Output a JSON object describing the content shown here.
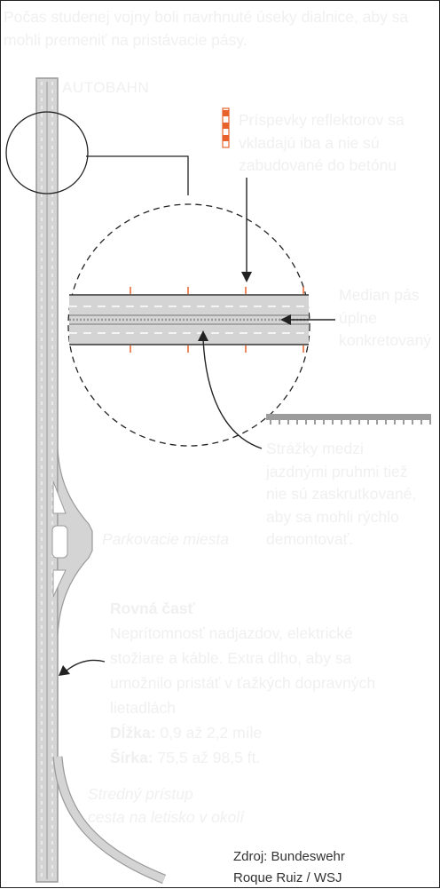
{
  "headline": "Počas studenej vojny boli navrhnuté úseky dialnice, aby sa mohli premeniť na pristávacie pásy.",
  "road_label": "AUTOBAHN",
  "notes": {
    "reflectors": "Príspevky reflektorov sa vkladajú iba a nie sú zabudované do betónu",
    "median_line1": "Median pás",
    "median_line2": "úplne",
    "median_line3": "konkretovaný",
    "barriers_line1": "Strážky medzi",
    "barriers_line2": "jazdnými pruhmi tiež",
    "barriers_line3": "nie sú zaskrutkované,",
    "barriers_line4": "aby sa mohli rýchlo",
    "barriers_line5": "demontovať."
  },
  "parking_label": "Parkovacie miesta",
  "straight_section": {
    "title": "Rovná časť",
    "description": "Neprítomnosť nadjazdov, elektrické stožiare a káble. Extra dlho, aby sa umožnilo pristáť v ťažkých dopravných lietadlách",
    "length_label": "Dĺžka:",
    "length_value": "0,9 až 2,2 míle",
    "width_label": "Šírka:",
    "width_value": "75,5 až 98,5 ft."
  },
  "access_road": {
    "line1": "Stredný prístup",
    "line2": "cesta na letisko v okolí"
  },
  "source": {
    "line1": "Zdroj: Bundeswehr",
    "line2": "Roque Ruiz / WSJ"
  },
  "colors": {
    "road_fill": "#d4d4d4",
    "road_edge": "#9a9a9a",
    "lane_mark": "#ffffff",
    "reflector_orange": "#e8632b",
    "barrier_gray": "#9c9c9c",
    "annotation": "#222222",
    "label_text": "#f0f0f0"
  }
}
